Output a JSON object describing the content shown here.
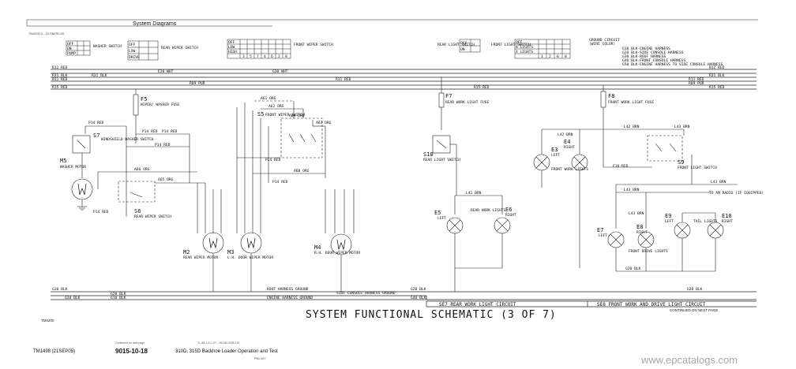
{
  "header": {
    "title": "System Diagrams",
    "small_ref": "TM4200.0   - 03 SM-R0-00"
  },
  "legend_ground": {
    "title": "GROUND CIRCUIT",
    "subtitle": "(WIRE COLOR)",
    "items": [
      "G10 BLK-ENGINE HARNESS",
      "G20 BLK-SIDE CONSOLE HARNESS",
      "G30 BLK-ROOF HARNESS",
      "G40 BLK-FRONT CONSOLE HARNESS",
      "G50 BLK-ENGINE HARNESS TO SIDE CONSOLE HARNESS"
    ]
  },
  "switch_tables": {
    "washer": {
      "rows": [
        "OFF",
        "ON",
        "PUMP"
      ],
      "label": "WASHER SWITCH"
    },
    "rear_wiper": {
      "rows": [
        "OFF",
        "LOW",
        "DRIVE"
      ],
      "label": "REAR WIPER SWITCH"
    },
    "front_wiper": {
      "rows": [
        "OFF",
        "LOW",
        "HIGH"
      ],
      "cols": [
        "3",
        "5",
        "7",
        "4",
        "6",
        "2",
        "8"
      ],
      "label": "FRONT WIPER SWITCH"
    },
    "rear_light": {
      "rows": [
        "OFF",
        "ON"
      ],
      "label": "REAR LIGHT SWITCH"
    },
    "front_light": {
      "rows": [
        "OFF",
        "8 LIGHTS",
        "4 LIGHTS"
      ],
      "cols": [
        "1",
        "2",
        "6",
        "8"
      ],
      "label": "FRONT LIGHT SWITCH"
    }
  },
  "bus_lines": [
    {
      "id": "E20",
      "label": "E20 WHT"
    },
    {
      "id": "G30",
      "label": "G30 WHT"
    },
    {
      "id": "R31",
      "label": "R31 BLK"
    },
    {
      "id": "R11",
      "label": "R11 RED"
    },
    {
      "id": "R09",
      "label": "R09 PUR"
    },
    {
      "id": "R15",
      "label": "R15 RED"
    }
  ],
  "bus_left_labels": [
    "B12 RED",
    "R31 BLK",
    "B11 RED",
    "R15 RED"
  ],
  "bus_right_labels": [
    "B12 RED",
    "R31 BLK",
    "R11 RED",
    "R09 PUR",
    "R15 RED"
  ],
  "fuses": {
    "f5": {
      "id": "F5",
      "label": "WIPER/ WASHER FUSE"
    },
    "f7": {
      "id": "F7",
      "label": "REAR WORK LIGHT FUSE"
    },
    "f8": {
      "id": "F8",
      "label": "FRONT WORK LIGHT FUSE"
    }
  },
  "components": {
    "s7": {
      "id": "S7",
      "label": "WINDSHIELD WASHER SWITCH"
    },
    "m5": {
      "id": "M5",
      "label": "WASHER MOTOR"
    },
    "s6": {
      "id": "S6",
      "label": "REAR WIPER SWITCH"
    },
    "s5": {
      "id": "S5",
      "label": "FRONT WIPER SWITCH"
    },
    "m2": {
      "id": "M2",
      "label": "REAR WIPER MOTOR"
    },
    "m3": {
      "id": "M3",
      "label": "L.H. DOOR WIPER MOTOR"
    },
    "m4": {
      "id": "M4",
      "label": "R.H. DOOR WIPER MOTOR"
    },
    "s10": {
      "id": "S10",
      "label": "REAR LIGHT SWITCH"
    },
    "e5": {
      "id": "E5",
      "label": "LEFT"
    },
    "e6": {
      "id": "E6",
      "label": "RIGHT"
    },
    "rear_work_lights": "REAR WORK LIGHTS",
    "e3": {
      "id": "E3",
      "label": "LEFT"
    },
    "e4": {
      "id": "E4",
      "label": "RIGHT"
    },
    "front_work_lights": "FRONT WORK LIGHTS",
    "s9": {
      "id": "S9",
      "label": "FRONT LIGHT SWITCH"
    },
    "e7": {
      "id": "E7",
      "label": "LEFT"
    },
    "e8": {
      "id": "E8",
      "label": "RIGHT"
    },
    "front_drive_lights": "FRONT DRIVE LIGHTS",
    "e9": {
      "id": "E9",
      "label": "LEFT"
    },
    "e10": {
      "id": "E10",
      "label": "RIGHT"
    },
    "tail_lights": "TAIL LIGHTS",
    "radio": "TO AM RADIO (IF EQUIPPED)"
  },
  "wires": {
    "p14_red": "P14 RED",
    "a66": "A66 ORG",
    "a65": "A65 ORG",
    "a61": "A61 ORG",
    "a62": "A62 ORG",
    "a64": "A64 ORG",
    "a63": "A63 ORG",
    "a68": "A68 ORG",
    "p18": "P18 RED",
    "l41": "L41 BRN",
    "l42": "L42 BRN",
    "l43": "L43 BRN",
    "g20": "G20 BLK",
    "g10": "G10 BLK",
    "g40": "G40 BLK",
    "f10": "F10 RED"
  },
  "harness": {
    "roof": "ROOF HARNESS GROUND",
    "engine": "ENGINE HARNESS GROUND",
    "side_console": "SIDE CONSOLE HARNESS GROUND"
  },
  "circuits": {
    "se7": "SE7 REAR WORK LIGHT CIRCUIT",
    "se8": "SE8 FRONT WORK AND DRIVE LIGHT CIRCUIT"
  },
  "schematic_title": "SYSTEM FUNCTIONAL SCHEMATIC (3 OF 7)",
  "continued": "CONTINUED ON NEXT PAGE",
  "fig_id": "TM4200",
  "footer": {
    "manual_id": "TM1498 (21SEP05)",
    "section": "9015-10-18",
    "desc": "310D, 315D Backhoe Loader Operation and Test",
    "page_ref": "PN=167",
    "sub_left": "Continued on next page",
    "sub_right": "TL-96-1-S-1-0Y   - 06-SM-2005-1/S"
  },
  "watermark": "www.epcatalogs.com"
}
